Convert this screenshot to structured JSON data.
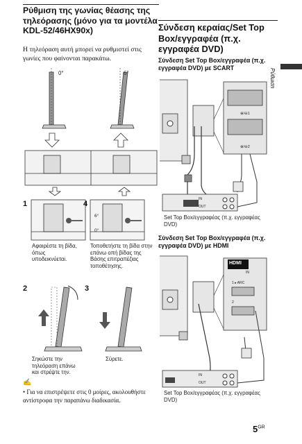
{
  "left": {
    "title": "Ρύθμιση της γωνίας θέασης της τηλεόρασης (μόνο για τα μοντέλα KDL-52/46HX90x)",
    "intro": "Η τηλεόραση αυτή μπορεί να ρυθμιστεί στις γωνίες που φαίνονται παρακάτω.",
    "angle_0": "0°",
    "angle_6": "6°",
    "step1_num": "1",
    "step1_text": "Αφαιρέστε τη βίδα, όπως υποδεικνύεται.",
    "step4_num": "4",
    "step4_text": "Τοποθετήστε τη βίδα στην επάνω οπή βίδας της Βάσης επιτραπέζιας τοποθέτησης.",
    "step2_num": "2",
    "step2_text": "Σηκώστε την τηλεόραση επάνω και στρέψτε την.",
    "step3_num": "3",
    "step3_text": "Σύρετε.",
    "note_icon": "✍",
    "note_text": "• Για να επιστρέψετε στις 0 μοίρες, ακολουθήστε αντίστροφα την παραπάνω διαδικασία.",
    "step4_label_6": "6°",
    "step4_label_0": "0°"
  },
  "right": {
    "title": "Σύνδεση κεραίας/Set Top Box/εγγραφέα (π.χ. εγγραφέα DVD)",
    "scart_heading": "Σύνδεση Set Top Box/εγγραφέα (π.χ. εγγραφέα DVD) με SCART",
    "scart_caption": "Set Top Box/εγγραφέας (π.χ. εγγραφέας DVD)",
    "hdmi_heading": "Σύνδεση Set Top Box/εγγραφέα (π.χ. εγγραφέα DVD) με HDMI",
    "hdmi_caption": "Set Top Box/εγγραφέας (π.χ. εγγραφέας DVD)",
    "hdmi_logo": "HDMI",
    "hdmi_in": "IN",
    "hdmi_arc": "1 ▸ ARC",
    "hdmi_2": "2",
    "av1": "⊕/⊖1",
    "av2": "⊕/⊖2",
    "port_in": "IN",
    "port_out": "OUT"
  },
  "side_tab_label": "Ρύθμιση",
  "page_number": "5",
  "page_lang": "GR"
}
